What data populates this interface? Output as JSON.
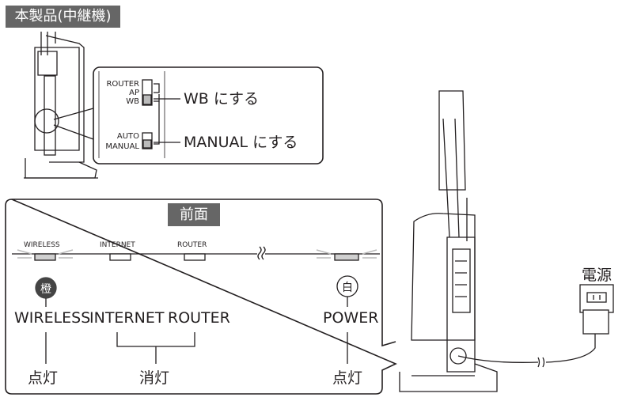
{
  "title": "本製品(中継機)",
  "switch_callout": {
    "mode_switch_labels": [
      "ROUTER",
      "AP",
      "WB"
    ],
    "mode_instruction": "WB にする",
    "auto_switch_labels": [
      "AUTO",
      "MANUAL"
    ],
    "auto_instruction": "MANUAL にする"
  },
  "front_panel": {
    "title": "前面",
    "leds": [
      {
        "small_label": "WIRELESS",
        "label": "WIRELESS",
        "color_badge": "橙",
        "state": "点灯",
        "lit": true
      },
      {
        "small_label": "INTERNET",
        "label": "INTERNET",
        "state": "消灯",
        "lit": false
      },
      {
        "small_label": "ROUTER",
        "label": "ROUTER",
        "state": "消灯",
        "lit": false
      },
      {
        "label": "POWER",
        "color_badge": "白",
        "state": "点灯",
        "lit": true
      }
    ],
    "off_group_label": "消灯"
  },
  "power_label": "電源",
  "colors": {
    "header_bg": "#666666",
    "lit_led": "#d0d0d0",
    "line": "#231f20"
  }
}
